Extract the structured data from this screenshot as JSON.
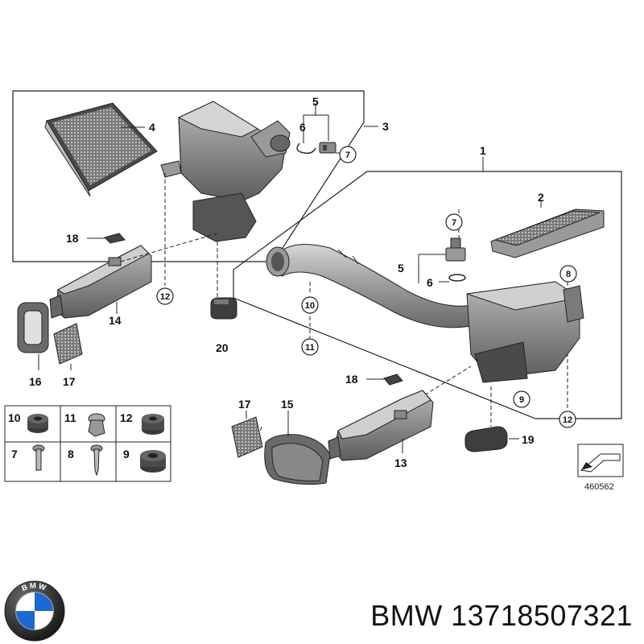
{
  "diagram": {
    "callouts": {
      "c1": "1",
      "c2": "2",
      "c3": "3",
      "c4": "4",
      "c5a": "5",
      "c5b": "5",
      "c6a": "6",
      "c6b": "6",
      "c7a": "7",
      "c7b": "7",
      "c8": "8",
      "c9": "9",
      "c10": "10",
      "c11": "11",
      "c12a": "12",
      "c12b": "12",
      "c13": "13",
      "c14": "14",
      "c15": "15",
      "c16": "16",
      "c17a": "17",
      "c17b": "17",
      "c18a": "18",
      "c18b": "18",
      "c19": "19",
      "c20": "20"
    },
    "legend": {
      "k10": "10",
      "k11": "11",
      "k12": "12",
      "k7": "7",
      "k8": "8",
      "k9": "9"
    },
    "reference_number": "460562"
  },
  "footer": {
    "brand_text": "BMW 13718507321",
    "logo_letters": "BMW"
  },
  "colors": {
    "line": "#222222",
    "part_dark": "#5a5a5a",
    "part_mid": "#8a8a8a",
    "part_light": "#c8c8c8",
    "logo_blue": "#1c69d4"
  }
}
